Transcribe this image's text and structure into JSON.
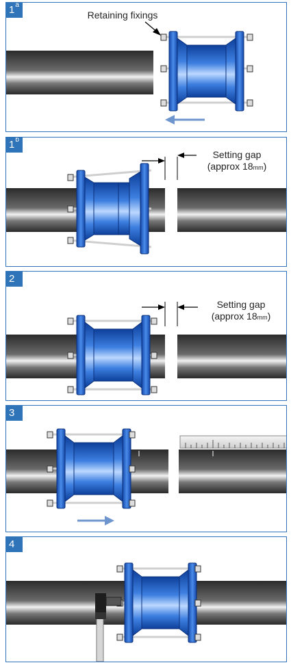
{
  "panels": [
    {
      "step": "1",
      "sup": "a",
      "label": "Retaining fixings"
    },
    {
      "step": "1",
      "sup": "b",
      "gap_label": "Setting gap",
      "gap_value_prefix": "(approx 18",
      "gap_value_unit": "mm",
      "gap_value_suffix": ")"
    },
    {
      "step": "2",
      "gap_label": "Setting gap",
      "gap_value_prefix": "(approx 18",
      "gap_value_unit": "mm",
      "gap_value_suffix": ")"
    },
    {
      "step": "3"
    },
    {
      "step": "4"
    }
  ],
  "colors": {
    "panel_border": "#2f73b8",
    "coupling_blue": "#2e6fd1",
    "pipe_dark": "#3a3a3a",
    "arrow": "#6f95cf"
  }
}
